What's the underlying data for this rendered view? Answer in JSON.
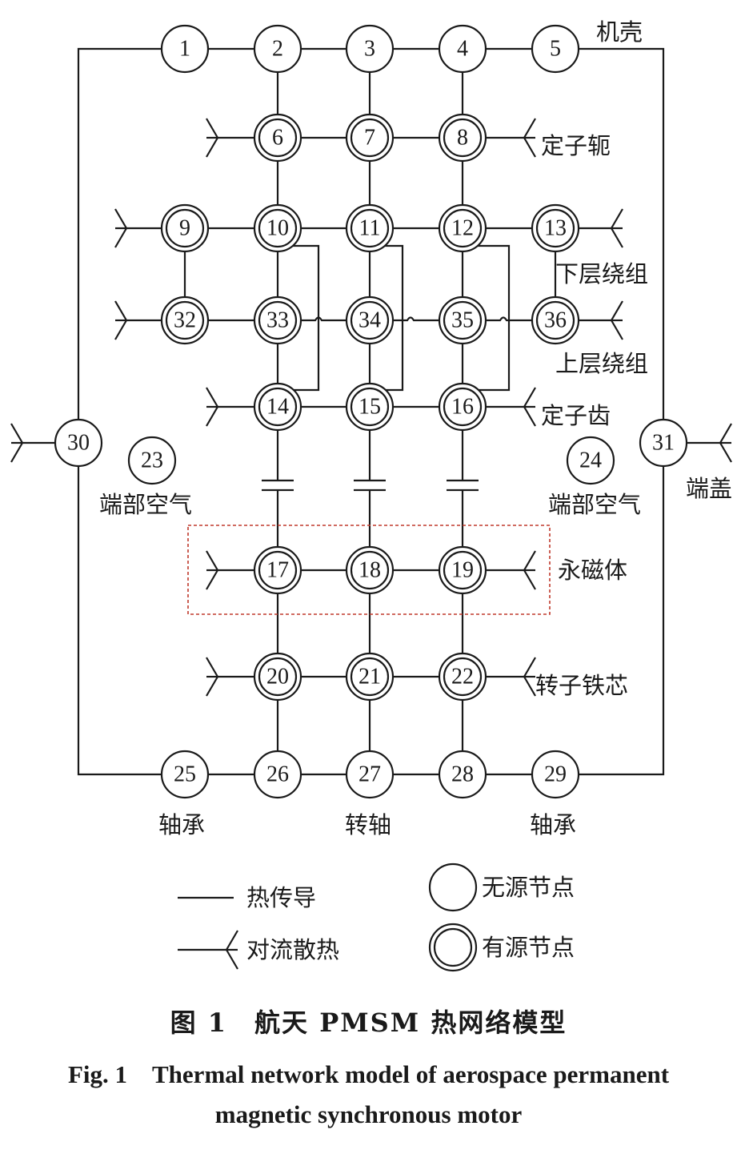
{
  "nodes": {
    "n1": "1",
    "n2": "2",
    "n3": "3",
    "n4": "4",
    "n5": "5",
    "n6": "6",
    "n7": "7",
    "n8": "8",
    "n9": "9",
    "n10": "10",
    "n11": "11",
    "n12": "12",
    "n13": "13",
    "n14": "14",
    "n15": "15",
    "n16": "16",
    "n17": "17",
    "n18": "18",
    "n19": "19",
    "n20": "20",
    "n21": "21",
    "n22": "22",
    "n23": "23",
    "n24": "24",
    "n25": "25",
    "n26": "26",
    "n27": "27",
    "n28": "28",
    "n29": "29",
    "n30": "30",
    "n31": "31",
    "n32": "32",
    "n33": "33",
    "n34": "34",
    "n35": "35",
    "n36": "36"
  },
  "labels": {
    "housing": "机壳",
    "stator_yoke": "定子轭",
    "lower_winding": "下层绕组",
    "upper_winding": "上层绕组",
    "stator_tooth": "定子齿",
    "end_cap": "端盖",
    "end_air_left": "端部空气",
    "end_air_right": "端部空气",
    "magnet": "永磁体",
    "rotor_core": "转子铁芯",
    "bearing_left": "轴承",
    "shaft": "转轴",
    "bearing_right": "轴承"
  },
  "legend": {
    "conduction": "热传导",
    "convection": "对流散热",
    "passive_node": "无源节点",
    "active_node": "有源节点"
  },
  "caption": {
    "cn": "图 1　航天 PMSM 热网络模型",
    "en_line1": "Fig. 1　Thermal network model of aerospace permanent",
    "en_line2": "magnetic synchronous motor"
  },
  "colors": {
    "line": "#1a1a1a",
    "magnet_box": "#c0392b"
  }
}
